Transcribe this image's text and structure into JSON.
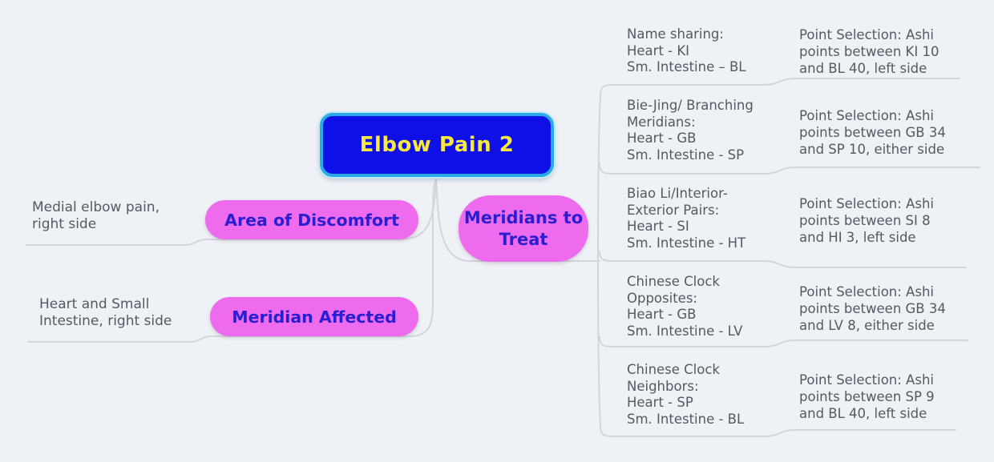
{
  "colors": {
    "background": "#eef1f6",
    "connector_line": "#d1d6dd",
    "central_fill": "#0f10e8",
    "central_border": "#2ba9e5",
    "central_text": "#f7e93f",
    "node_fill": "#ee6bee",
    "node_text": "#2a1fd0",
    "note_text": "#555a61"
  },
  "central": {
    "label": "Elbow Pain 2"
  },
  "left_branches": [
    {
      "note": "Medial elbow pain,\nright side",
      "label": "Area of Discomfort"
    },
    {
      "note": "Heart and Small\nIntestine, right side",
      "label": "Meridian Affected"
    }
  ],
  "right_branch": {
    "label": "Meridians to Treat",
    "children": [
      {
        "category": "Name sharing:\nHeart - KI\nSm. Intestine – BL",
        "point_selection": "Point Selection: Ashi\npoints between KI 10\nand BL 40, left side"
      },
      {
        "category": "Bie-Jing/ Branching\nMeridians:\nHeart - GB\nSm. Intestine - SP",
        "point_selection": "Point Selection: Ashi\npoints between GB 34\nand SP 10, either side"
      },
      {
        "category": "Biao Li/Interior-\nExterior Pairs:\nHeart - SI\nSm. Intestine - HT",
        "point_selection": "Point Selection: Ashi\npoints between SI 8\nand HI 3, left side"
      },
      {
        "category": "Chinese Clock\nOpposites:\nHeart - GB\nSm. Intestine - LV",
        "point_selection": "Point Selection: Ashi\npoints between GB 34\nand LV 8, either side"
      },
      {
        "category": "Chinese Clock\nNeighbors:\nHeart - SP\nSm. Intestine - BL",
        "point_selection": "Point Selection: Ashi\npoints between SP 9\nand BL 40, left side"
      }
    ]
  }
}
